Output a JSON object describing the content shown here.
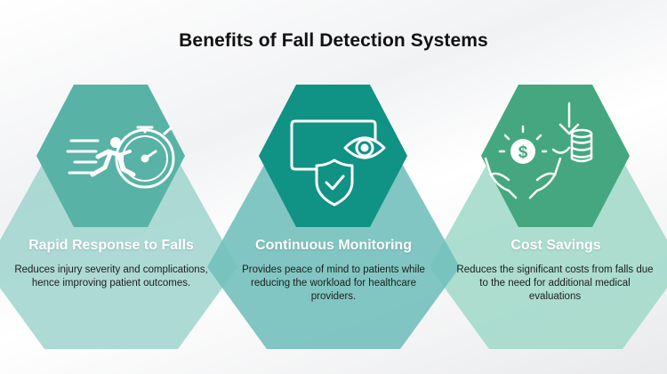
{
  "title": "Benefits of Fall Detection Systems",
  "colors": {
    "teal_light": "#7fc5bd",
    "teal_mid": "#4fb1a4",
    "teal_dark": "#0d9488",
    "teal_green": "#45a882"
  },
  "cards": [
    {
      "heading": "Rapid Response to Falls",
      "description": "Reduces injury severity and complications, hence improving patient outcomes.",
      "icon": "running-person-stopwatch-icon"
    },
    {
      "heading": "Continuous Monitoring",
      "description": "Provides peace of mind to patients while reducing the workload for healthcare providers.",
      "icon": "monitor-eye-shield-icon"
    },
    {
      "heading": "Cost Savings",
      "description": "Reduces the significant costs from falls due to the need for additional medical evaluations",
      "icon": "hands-dollar-coins-icon"
    }
  ]
}
